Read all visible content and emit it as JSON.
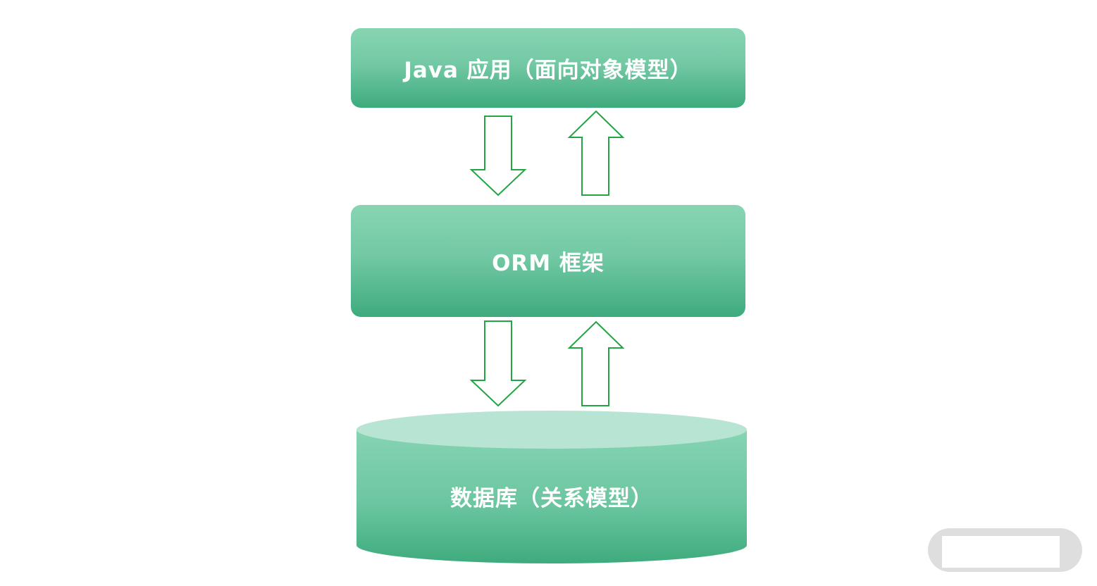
{
  "diagram": {
    "top_box": {
      "label": "Java 应用（面向对象模型）"
    },
    "middle_box": {
      "label": "ORM 框架"
    },
    "database": {
      "label": "数据库（关系模型）"
    },
    "arrows": [
      {
        "id": "top-to-mid",
        "direction": "down"
      },
      {
        "id": "mid-to-top",
        "direction": "up"
      },
      {
        "id": "mid-to-db",
        "direction": "down"
      },
      {
        "id": "db-to-mid",
        "direction": "up"
      }
    ],
    "colors": {
      "box_light": "#88d4b3",
      "box_dark": "#3eab7d",
      "db_top": "#b8e5d3",
      "arrow_stroke": "#22a545",
      "text": "#ffffff"
    }
  }
}
